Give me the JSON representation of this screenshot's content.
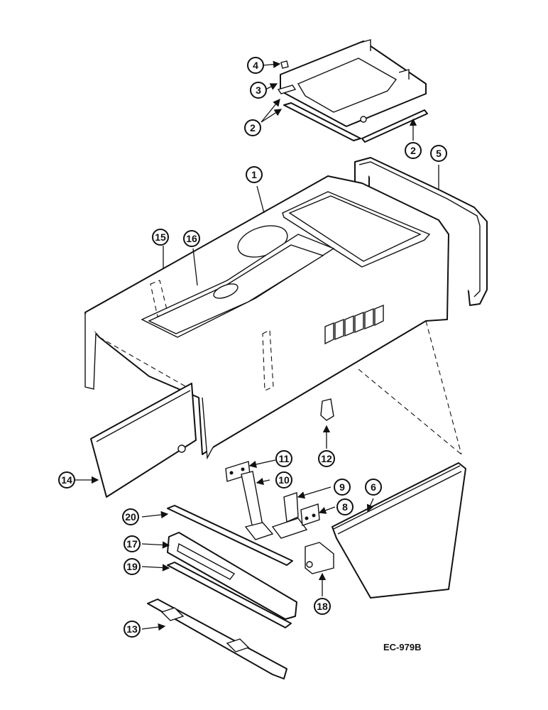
{
  "figure_code": "EC-979B",
  "callouts": {
    "c1": "1",
    "c2a": "2",
    "c2b": "2",
    "c3": "3",
    "c4": "4",
    "c5": "5",
    "c6": "6",
    "c8": "8",
    "c9": "9",
    "c10": "10",
    "c11": "11",
    "c12": "12",
    "c13": "13",
    "c14": "14",
    "c15": "15",
    "c16": "16",
    "c17": "17",
    "c18": "18",
    "c19": "19",
    "c20": "20"
  }
}
